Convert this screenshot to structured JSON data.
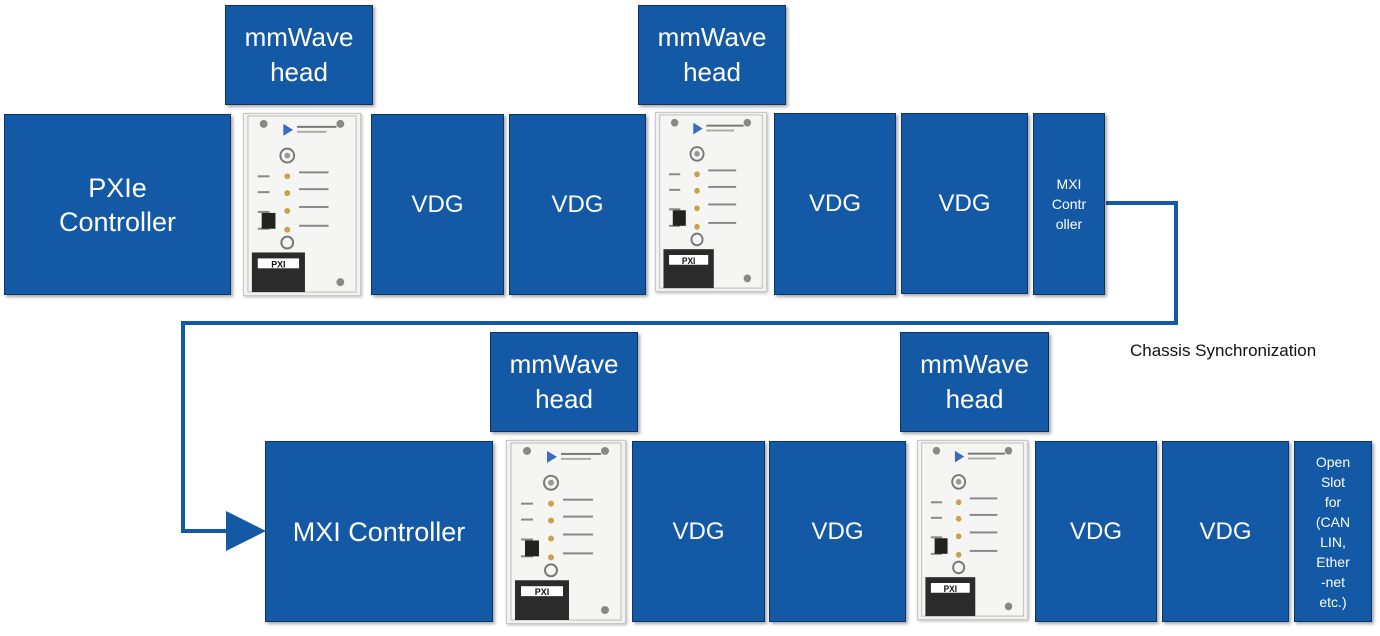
{
  "colors": {
    "block_fill": "#1459a6",
    "block_text": "#ffffff",
    "wire": "#1459a6"
  },
  "top_row": {
    "controller": "PXIe\nController",
    "head_1": "mmWave\nhead",
    "head_2": "mmWave\nhead",
    "vdg_1": "VDG",
    "vdg_2": "VDG",
    "vdg_3": "VDG",
    "vdg_4": "VDG",
    "mxi": "MXI\nContr\noller"
  },
  "bottom_row": {
    "controller": "MXI Controller",
    "head_1": "mmWave\nhead",
    "head_2": "mmWave\nhead",
    "vdg_1": "VDG",
    "vdg_2": "VDG",
    "vdg_3": "VDG",
    "vdg_4": "VDG",
    "open_slot": "Open\nSlot\nfor\n(CAN\nLIN,\nEther\n-net\netc.)"
  },
  "connection_label": "Chassis Synchronization",
  "module_brand": "PXI",
  "module_icon": "pxi-module-image"
}
